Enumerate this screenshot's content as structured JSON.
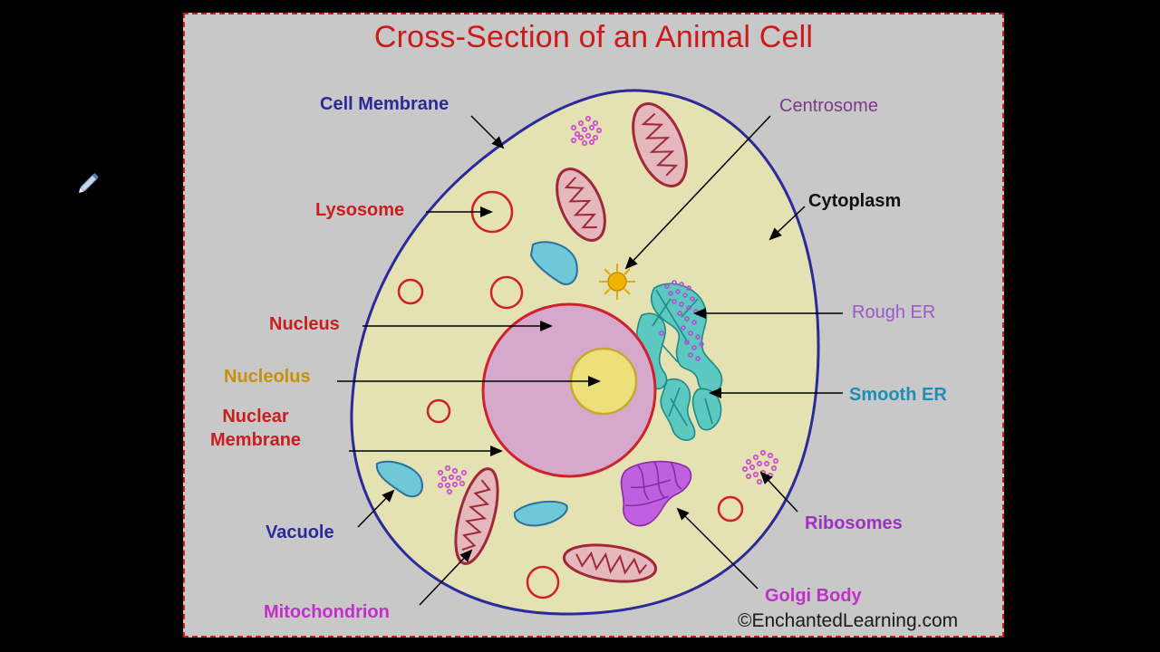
{
  "diagram": {
    "title": "Cross-Section of an Animal Cell",
    "credit": "©EnchantedLearning.com",
    "labels": {
      "cell_membrane": "Cell Membrane",
      "centrosome": "Centrosome",
      "lysosome": "Lysosome",
      "cytoplasm": "Cytoplasm",
      "rough_er": "Rough ER",
      "nucleus": "Nucleus",
      "nucleolus": "Nucleolus",
      "smooth_er": "Smooth ER",
      "nuclear_membrane": "Nuclear\nMembrane",
      "vacuole": "Vacuole",
      "ribosomes": "Ribosomes",
      "golgi_body": "Golgi Body",
      "mitochondrion": "Mitochondrion"
    },
    "colors": {
      "background": "#000000",
      "panel": "#c8c8c8",
      "border_title": "#cc1a1a",
      "cytoplasm": "#e4e2b2",
      "cell_membrane": "#2a2a9a",
      "nucleus_fill": "#d6a8cc",
      "nucleus_border": "#d0202c",
      "nucleolus_fill": "#ece07a",
      "nucleolus_border": "#c8a830",
      "mitochondria": "#a02838",
      "vacuole": "#6ec8d8",
      "er": "#5cc8c0",
      "golgi": "#c060e0",
      "ribosome": "#d050d0",
      "centrosome": "#e8a800"
    }
  }
}
